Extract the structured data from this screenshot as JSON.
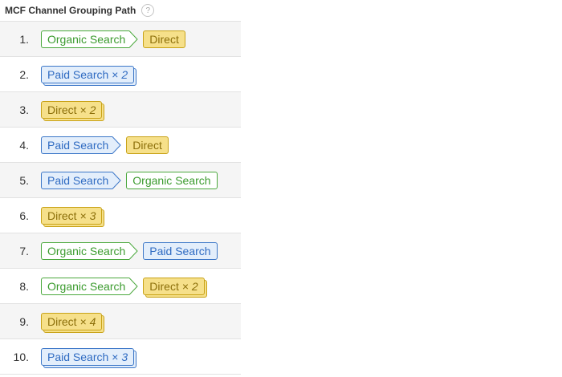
{
  "header": {
    "title": "MCF Channel Grouping Path",
    "help_icon": "?"
  },
  "colors": {
    "organic_border": "#4aa83c",
    "organic_text": "#3b9b2e",
    "organic_bg": "#ffffff",
    "paid_border": "#3c77c8",
    "paid_text": "#2f6bc2",
    "paid_bg": "#e3eefb",
    "direct_border": "#c8a217",
    "direct_text": "#8c6f0a",
    "direct_bg": "#f6e08a"
  },
  "paths": [
    {
      "num": "1.",
      "steps": [
        {
          "channel": "organic",
          "label": "Organic Search"
        },
        {
          "channel": "direct",
          "label": "Direct"
        }
      ]
    },
    {
      "num": "2.",
      "steps": [
        {
          "channel": "paid",
          "label": "Paid Search",
          "count": "2"
        }
      ]
    },
    {
      "num": "3.",
      "steps": [
        {
          "channel": "direct",
          "label": "Direct",
          "count": "2"
        }
      ]
    },
    {
      "num": "4.",
      "steps": [
        {
          "channel": "paid",
          "label": "Paid Search"
        },
        {
          "channel": "direct",
          "label": "Direct"
        }
      ]
    },
    {
      "num": "5.",
      "steps": [
        {
          "channel": "paid",
          "label": "Paid Search"
        },
        {
          "channel": "organic",
          "label": "Organic Search"
        }
      ]
    },
    {
      "num": "6.",
      "steps": [
        {
          "channel": "direct",
          "label": "Direct",
          "count": "3"
        }
      ]
    },
    {
      "num": "7.",
      "steps": [
        {
          "channel": "organic",
          "label": "Organic Search"
        },
        {
          "channel": "paid",
          "label": "Paid Search"
        }
      ]
    },
    {
      "num": "8.",
      "steps": [
        {
          "channel": "organic",
          "label": "Organic Search"
        },
        {
          "channel": "direct",
          "label": "Direct",
          "count": "2"
        }
      ]
    },
    {
      "num": "9.",
      "steps": [
        {
          "channel": "direct",
          "label": "Direct",
          "count": "4"
        }
      ]
    },
    {
      "num": "10.",
      "steps": [
        {
          "channel": "paid",
          "label": "Paid Search",
          "count": "3"
        }
      ]
    }
  ]
}
